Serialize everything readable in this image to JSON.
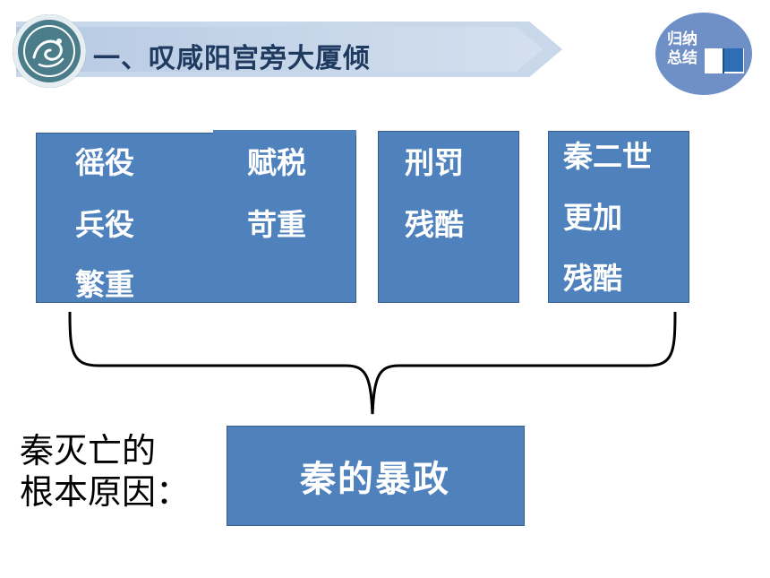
{
  "header": {
    "title": "一、叹咸阳宫旁大厦倾",
    "badge": {
      "line1": "归纳",
      "line2": "总结"
    },
    "icons": {
      "emblem": "dragon-emblem-icon",
      "badge": "open-book-icon"
    }
  },
  "boxes": {
    "labor": {
      "col1": [
        "徭役",
        "兵役",
        "繁重"
      ],
      "col2": [
        "赋税",
        "苛重"
      ]
    },
    "punishment": {
      "lines": [
        "刑罚",
        "残酷"
      ]
    },
    "second_emperor": {
      "lines": [
        "秦二世",
        "更加",
        "残酷"
      ]
    }
  },
  "conclusion": {
    "label_line1": "秦灭亡的",
    "label_line2": "根本原因：",
    "result": "秦的暴政"
  },
  "colors": {
    "box_fill": "#4f81bd",
    "banner": "#c9d7ea",
    "badge": "#6f90c6",
    "title": "#1f3a5f"
  }
}
